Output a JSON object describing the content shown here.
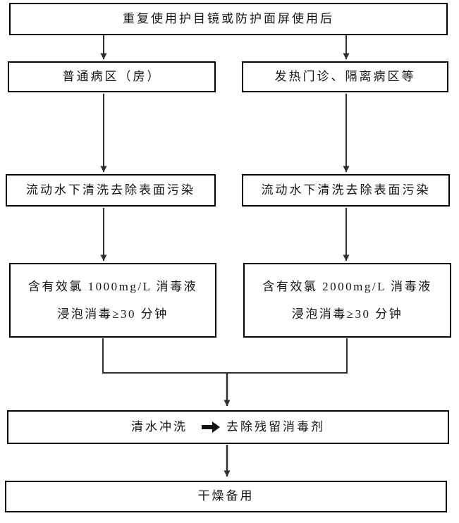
{
  "flowchart": {
    "colors": {
      "background": "#ffffff",
      "box_border": "#000000",
      "text": "#141414",
      "connector": "#2f2f2f"
    },
    "nodes": {
      "start": {
        "label": "重复使用护目镜或防护面屏使用后"
      },
      "ward_general": {
        "label": "普通病区（房）"
      },
      "ward_fever": {
        "label": "发热门诊、隔离病区等"
      },
      "wash_left": {
        "label": "流动水下清洗去除表面污染"
      },
      "wash_right": {
        "label": "流动水下清洗去除表面污染"
      },
      "soak_left": {
        "line1": "含有效氯 1000mg/L 消毒液",
        "line2": "浸泡消毒≥30 分钟"
      },
      "soak_right": {
        "line1": "含有效氯 2000mg/L 消毒液",
        "line2": "浸泡消毒≥30 分钟"
      },
      "final_rinse": {
        "left": "清水冲洗",
        "arrow_icon": "bold-right-arrow",
        "right": "去除残留消毒剂"
      },
      "dry": {
        "label": "干燥备用"
      }
    }
  }
}
